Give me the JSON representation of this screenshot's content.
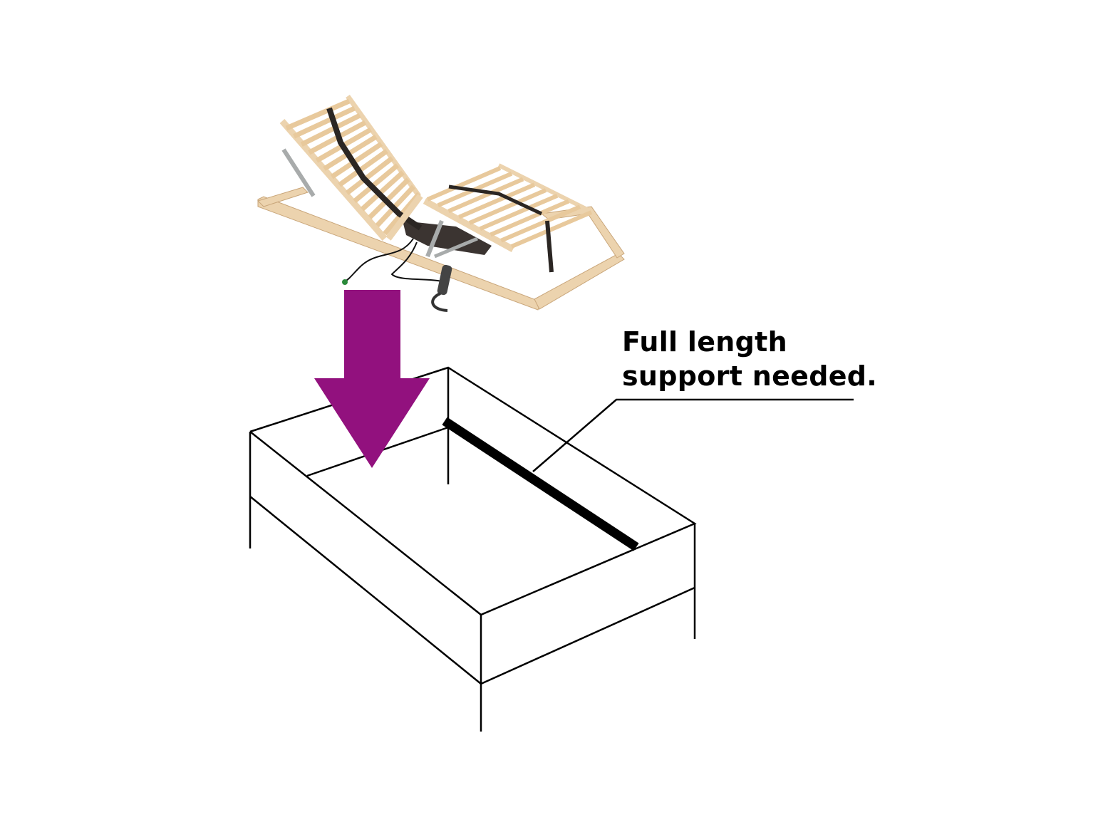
{
  "annotation": {
    "line1": "Full length",
    "line2": "support needed."
  },
  "colors": {
    "arrow": "#92117e",
    "wood": "#ecd3ae",
    "wood_edge": "#c9a67a",
    "strap": "#2b2623",
    "metal": "#a8abab",
    "line": "#000000"
  },
  "icons": {
    "arrow": "down-arrow",
    "product": "electric-slatted-bed-base",
    "frame": "bed-frame-outline"
  }
}
